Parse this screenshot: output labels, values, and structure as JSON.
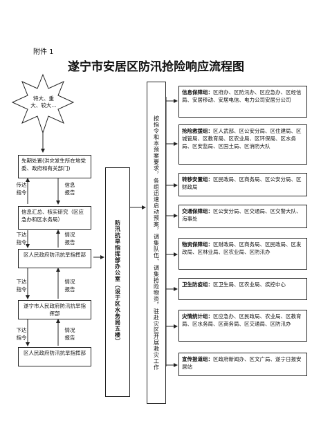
{
  "attachment": "附件 1",
  "title": "遂宁市安居区防汛抢险响应流程图",
  "burst": "特大、重大、较大…",
  "left": {
    "step1": "先期处置(洪灾发生所在地党委、政府和有关部门)",
    "arrow_left_1": "传达指令",
    "arrow_right_1": "信息报告",
    "step2": "信息汇总、核实研究（区应急办和区水务局）",
    "arrow_left_2": "下达指令",
    "arrow_right_2": "情况报告",
    "step3": "区人民政府防汛抗旱指挥部",
    "arrow_left_3": "下达指令",
    "arrow_right_3": "情况报告",
    "step4": "遂宁市人民政府防汛抗旱指挥部",
    "arrow_left_4": "下达指令",
    "arrow_right_4": "情况报告",
    "step5": "区人民政府防汛抗旱指挥部"
  },
  "center_column": "防汛抗旱指挥部办公室（设于区水务局五楼）",
  "command_column": "按指令和本预案要求，各组迅速启动预案，调集队伍、调集抢险物资，驻赴灾区开展救灾工作",
  "groups": [
    {
      "name": "信息保障组：",
      "members": "区府办、区防汛办、区应急办、区经信局、安居移动、安居电信、电力公司安居分公司"
    },
    {
      "name": "抢险救援组：",
      "members": "区人武部、区公安分局、区住建局、区城管局、区教育局、区农业局、区环保局、区水务局、区安监局、区国土局、区消防大队"
    },
    {
      "name": "转移安置组：",
      "members": "区民政局、区商务局、区公安分局、区财政局"
    },
    {
      "name": "交通保障组：",
      "members": "区公安分局、区交通局、区交警大队、海事处"
    },
    {
      "name": "物资保障组：",
      "members": "区财政局、区商务局、区民政局、区发改局、区林业局、区农业局、区防汛办"
    },
    {
      "name": "卫生防疫组：",
      "members": "区卫生局、区农业局、疾控中心"
    },
    {
      "name": "灾情统计组：",
      "members": "区应急办、区民政局、农业局、区教育局、区水务局、区商务局、区交通局、区防汛办"
    },
    {
      "name": "宣传报道组：",
      "members": "区政府新闻办、区文广局、遂宁日报安居站"
    }
  ]
}
